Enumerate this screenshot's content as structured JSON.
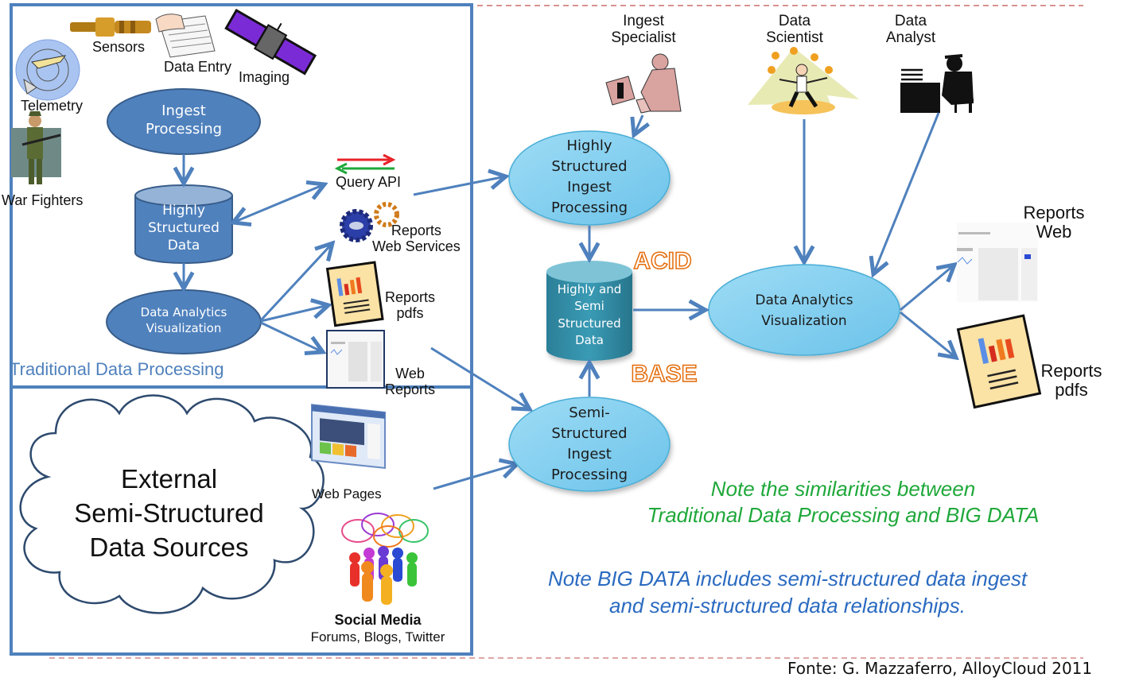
{
  "traditional": {
    "section_title": "Traditional Data Processing",
    "sources": {
      "sensors": "Sensors",
      "data_entry": "Data Entry",
      "imaging": "Imaging",
      "telemetry": "Telemetry",
      "war_fighters": "War Fighters"
    },
    "nodes": {
      "ingest": "Ingest\nProcessing",
      "db": "Highly\nStructured\nData",
      "analytics": "Data Analytics\nVisualization"
    },
    "outputs": {
      "query_api": "Query API",
      "reports_web_services": "Reports\nWeb Services",
      "reports_pdfs": "Reports\npdfs",
      "web_reports": "Web\nReports"
    }
  },
  "external": {
    "cloud_title": "External\nSemi-Structured\nData Sources",
    "web_pages": "Web Pages",
    "social_media_title": "Social Media",
    "social_media_sub": "Forums, Blogs, Twitter"
  },
  "bigdata": {
    "roles": {
      "ingest_specialist": "Ingest\nSpecialist",
      "data_scientist": "Data\nScientist",
      "data_analyst": "Data\nAnalyst"
    },
    "nodes": {
      "hs_ingest": "Highly\nStructured\nIngest\nProcessing",
      "db": "Highly and\nSemi\nStructured\nData",
      "ss_ingest": "Semi-\nStructured\nIngest\nProcessing",
      "analytics": "Data Analytics\nVisualization"
    },
    "acid": "ACID",
    "base": "BASE",
    "outputs": {
      "reports_web": "Reports\nWeb",
      "reports_pdfs": "Reports\npdfs"
    }
  },
  "notes": {
    "similarities": "Note the similarities between\nTraditional Data Processing and BIG DATA",
    "bigdata_note": "Note BIG DATA includes semi-structured data ingest\nand semi-structured data relationships."
  },
  "source_credit": "Fonte: G. Mazzaferro, AlloyCloud 2011",
  "colors": {
    "box_border": "#4f81bd",
    "dark_node": "#4f81bd",
    "light_node": "#8fd3f0",
    "cylinder_teal": "#31849b",
    "arrow": "#4f81bd",
    "acid_base": "#e46c0a",
    "note_green": "#1fa83a",
    "note_blue": "#2a6ac0",
    "dashed_line": "#c0504d"
  }
}
